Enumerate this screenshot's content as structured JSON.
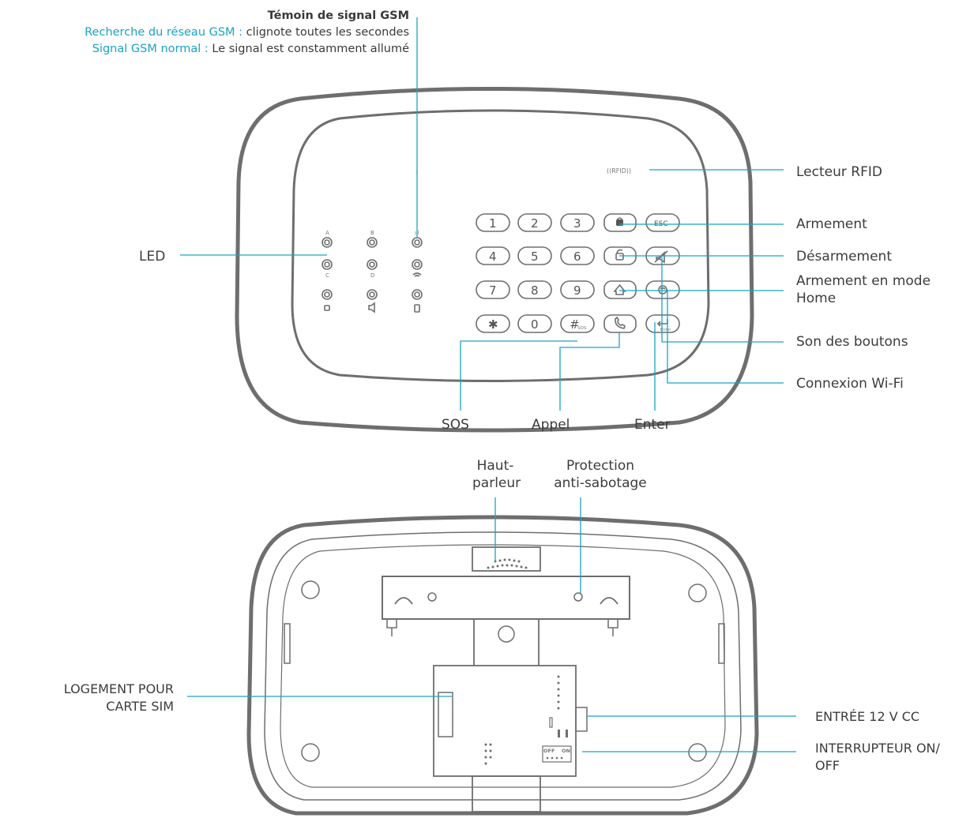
{
  "gsm_indicator": {
    "title": "Témoin de signal GSM",
    "search_label": "Recherche du réseau GSM :",
    "search_text": " clignote toutes les secondes",
    "normal_label": "Signal GSM normal :",
    "normal_text": " Le signal est constamment allumé"
  },
  "front_labels": {
    "led": "LED",
    "rfid_reader": "Lecteur RFID",
    "arm": "Armement",
    "disarm": "Désarmement",
    "home_arm_line1": "Armement en mode",
    "home_arm_line2": "Home",
    "button_sound": "Son des boutons",
    "wifi": "Connexion Wi-Fi",
    "sos": "SOS",
    "call": "Appel",
    "enter": "Enter"
  },
  "keypad": {
    "row1": [
      "1",
      "2",
      "3"
    ],
    "row2": [
      "4",
      "5",
      "6"
    ],
    "row3": [
      "7",
      "8",
      "9"
    ],
    "row4": [
      "✱",
      "0",
      "#"
    ],
    "sos_sub": "SOS",
    "esc": "ESC",
    "enter_sub": "Enter",
    "rfid": "((RFID))"
  },
  "led_letters": [
    "A",
    "B",
    "C",
    "D"
  ],
  "back_labels": {
    "speaker_line1": "Haut-",
    "speaker_line2": "parleur",
    "tamper_line1": "Protection",
    "tamper_line2": "anti-sabotage",
    "sim_line1": "LOGEMENT POUR",
    "sim_line2": "CARTE SIM",
    "power_input": "ENTRÉE 12 V CC",
    "switch_line1": "INTERRUPTEUR ON/",
    "switch_line2": "OFF",
    "switch_off": "OFF",
    "switch_on": "ON"
  },
  "colors": {
    "leader_line": "#1aa3c4",
    "accent_text": "#1aa3c4",
    "device_outline": "#6e6e6e"
  }
}
